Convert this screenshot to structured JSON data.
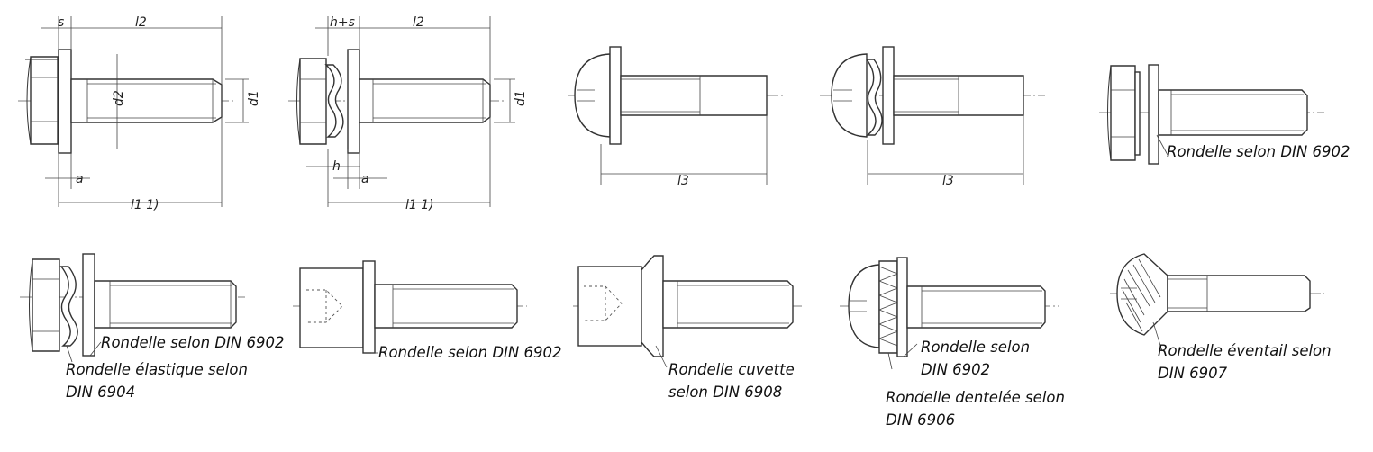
{
  "dimension_labels": {
    "s": "s",
    "l2": "l2",
    "h_plus_s": "h+s",
    "d2": "d2",
    "d1": "d1",
    "a": "a",
    "h": "h",
    "l1": "l1 1)",
    "l3": "l3"
  },
  "captions": {
    "r1_fig5": "Rondelle selon DIN 6902",
    "r2_fig1_plain": "Rondelle selon DIN 6902",
    "r2_fig1_spring_line1": "Rondelle élastique selon",
    "r2_fig1_spring_line2": "DIN 6904",
    "r2_fig2": "Rondelle selon DIN 6902",
    "r2_fig3_line1": "Rondelle cuvette",
    "r2_fig3_line2": "selon DIN 6908",
    "r2_fig4_plain_line1": "Rondelle selon",
    "r2_fig4_plain_line2": "DIN 6902",
    "r2_fig4_serrated_line1": "Rondelle dentelée selon",
    "r2_fig4_serrated_line2": "DIN 6906",
    "r2_fig5_line1": "Rondelle éventail selon",
    "r2_fig5_line2": "DIN 6907"
  }
}
